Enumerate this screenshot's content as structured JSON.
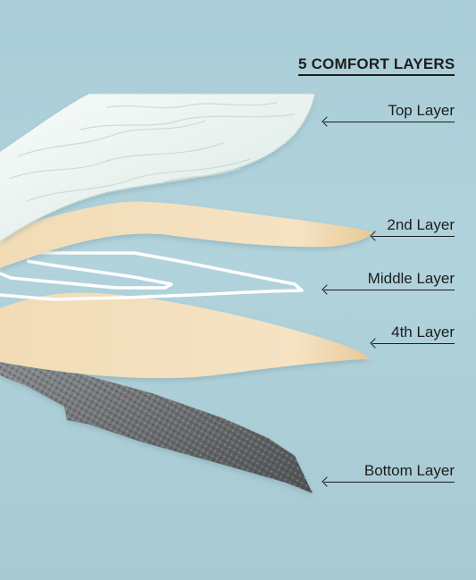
{
  "title": "5 COMFORT LAYERS",
  "layers": [
    {
      "label": "Top Layer",
      "color": "#eef5f2"
    },
    {
      "label": "2nd Layer",
      "color": "#f2dfbc"
    },
    {
      "label": "Middle Layer",
      "color": "#ffffff"
    },
    {
      "label": "4th Layer",
      "color": "#f2dfbc"
    },
    {
      "label": "Bottom Layer",
      "color": "#6e7173"
    }
  ],
  "background_color": "#aecfd8"
}
